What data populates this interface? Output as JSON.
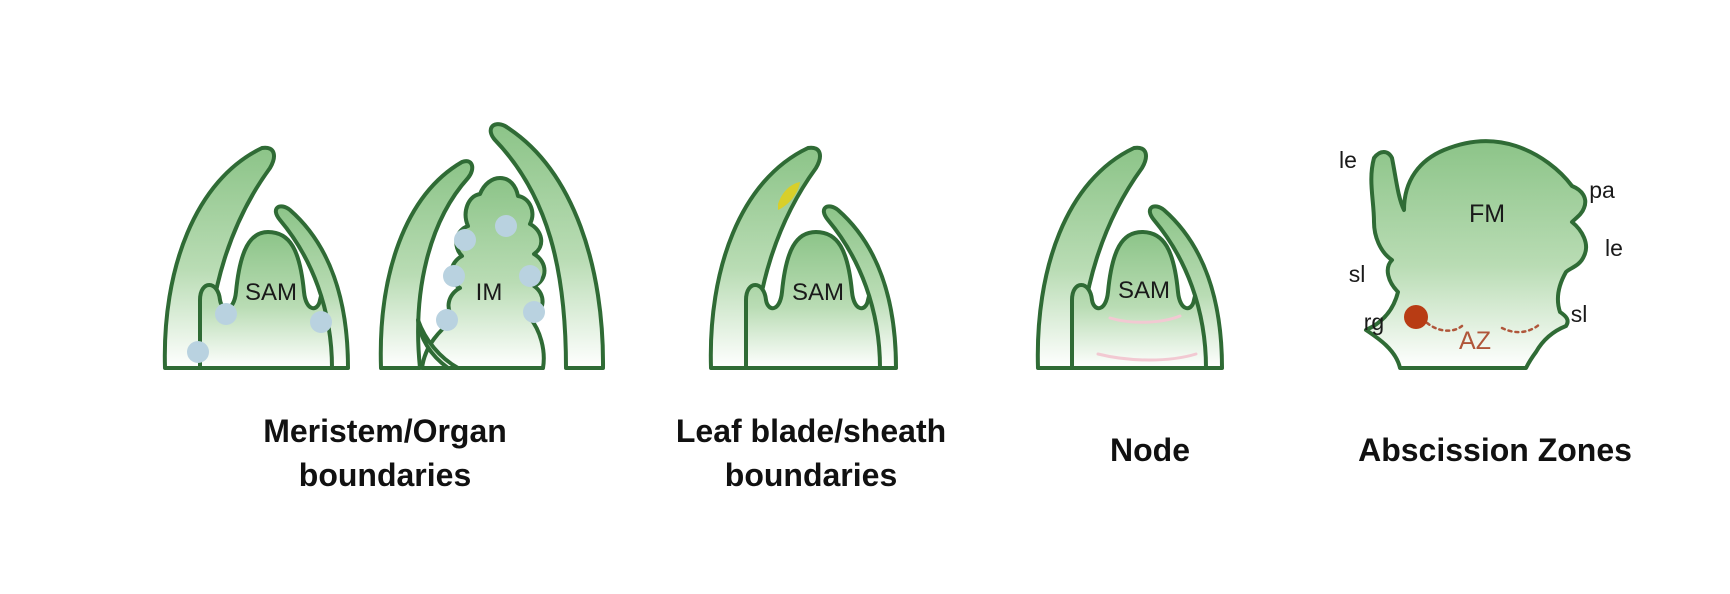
{
  "colors": {
    "outline": "#2f6b35",
    "tissue_fill": "#9fcf9b",
    "boundary_dot": "#b9d2e0",
    "blade_sheath_mark": "#d8cf2a",
    "node_mark": "#f2c9d2",
    "az_marker": "#b83c14",
    "az_label": "#b0563a"
  },
  "panels": [
    {
      "id": "meristem-organ",
      "caption_lines": [
        "Meristem/Organ",
        "boundaries"
      ],
      "labels": {
        "left_meristem": "SAM",
        "right_meristem": "IM"
      }
    },
    {
      "id": "leaf-blade-sheath",
      "caption_lines": [
        "Leaf blade/sheath",
        "boundaries"
      ],
      "labels": {
        "meristem": "SAM"
      }
    },
    {
      "id": "node",
      "caption_lines": [
        "Node"
      ],
      "labels": {
        "meristem": "SAM"
      }
    },
    {
      "id": "abscission-zones",
      "caption_lines": [
        "Abscission Zones"
      ],
      "labels": {
        "floral_meristem": "FM",
        "le_top": "le",
        "pa": "pa",
        "le_right": "le",
        "sl_left": "sl",
        "sl_right": "sl",
        "rg": "rg",
        "az": "AZ"
      }
    }
  ]
}
